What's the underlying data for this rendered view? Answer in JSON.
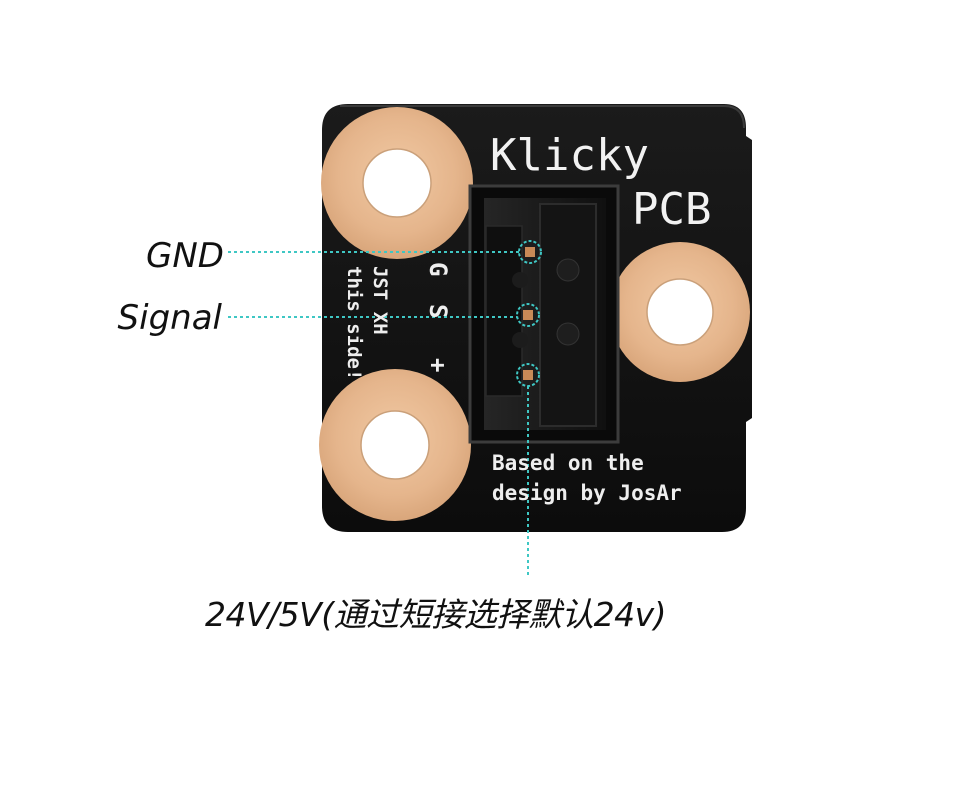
{
  "board": {
    "title_line1": "Klicky",
    "title_line2": "PCB",
    "credit_line1": "Based on the",
    "credit_line2": "design by JosAr",
    "jst_line1": "JST XH",
    "jst_line2": "this side!",
    "pin_g": "G",
    "pin_s": "S",
    "pin_plus": "+"
  },
  "callouts": {
    "gnd": "GND",
    "signal": "Signal",
    "power": "24V/5V(通过短接选择默认24v)"
  },
  "colors": {
    "pcb": "#121212",
    "pad": "#e3b48c",
    "callout_line": "#3fc7c4",
    "text": "#111111"
  }
}
